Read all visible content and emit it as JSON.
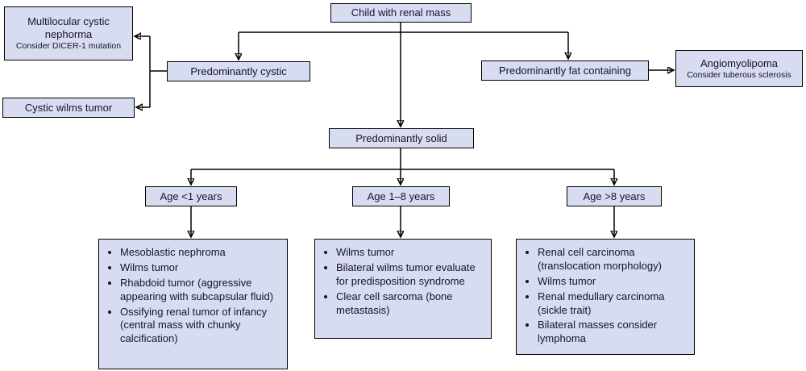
{
  "diagram": {
    "root": {
      "label": "Child with renal mass"
    },
    "cystic_branch": {
      "label": "Predominantly cystic",
      "multilocular": {
        "title": "Multilocular cystic nephorma",
        "note": "Consider DICER-1 mutation"
      },
      "cystic_wilms": {
        "label": "Cystic wilms tumor"
      }
    },
    "fat_branch": {
      "label": "Predominantly fat containing",
      "angiomyolipoma": {
        "title": "Angiomyolipoma",
        "note": "Consider tuberous sclerosis"
      }
    },
    "solid_branch": {
      "label": "Predominantly solid",
      "age_groups": [
        {
          "label": "Age <1 years",
          "items": [
            "Mesoblastic nephroma",
            "Wilms tumor",
            "Rhabdoid tumor (aggressive appearing with subcapsular fluid)",
            "Ossifying renal tumor of infancy (central mass with chunky calcification)"
          ]
        },
        {
          "label": "Age 1–8 years",
          "items": [
            "Wilms tumor",
            "Bilateral wilms tumor evaluate for predisposition syndrome",
            "Clear cell sarcoma (bone metastasis)"
          ]
        },
        {
          "label": "Age >8 years",
          "items": [
            "Renal cell carcinoma (translocation morphology)",
            "Wilms tumor",
            "Renal medullary carcinoma (sickle trait)",
            "Bilateral masses consider lymphoma"
          ]
        }
      ]
    }
  },
  "colors": {
    "box_fill": "#d8dcf0",
    "box_border": "#000000",
    "line": "#000000",
    "text": "#14142e"
  }
}
